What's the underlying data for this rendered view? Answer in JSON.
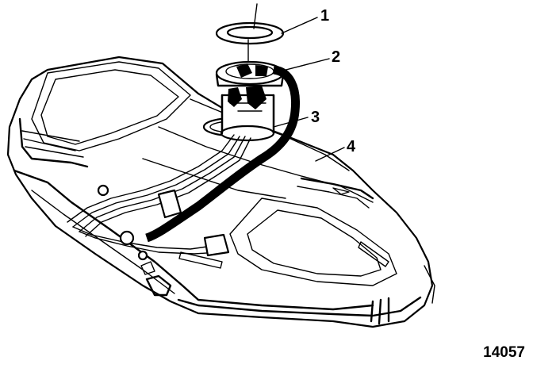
{
  "callouts": [
    {
      "id": "1",
      "label": "1"
    },
    {
      "id": "2",
      "label": "2"
    },
    {
      "id": "3",
      "label": "3"
    },
    {
      "id": "4",
      "label": "4"
    }
  ],
  "figure_number": "14057"
}
